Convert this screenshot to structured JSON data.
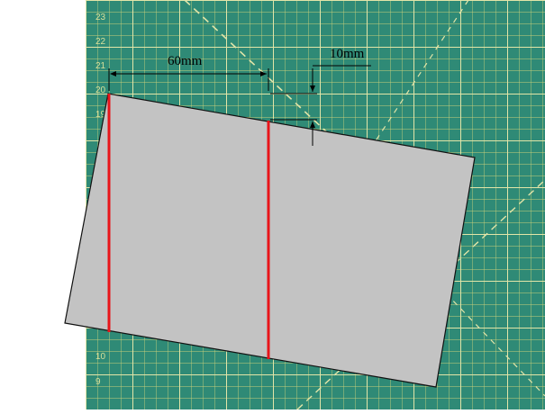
{
  "colors": {
    "mat": "#2f8a76",
    "grid_fine": "#c9d07a",
    "grid_major": "#e2e5a8",
    "paper": "#c3c3c3",
    "paper_edge": "#111111",
    "cut_line": "#e8141a",
    "dimension": "#000000",
    "background": "#ffffff"
  },
  "mat": {
    "ruler_labels": [
      "23",
      "22",
      "21",
      "20",
      "19",
      "10",
      "9"
    ]
  },
  "dimensions": {
    "horizontal_label": "60mm",
    "vertical_label": "10mm"
  }
}
